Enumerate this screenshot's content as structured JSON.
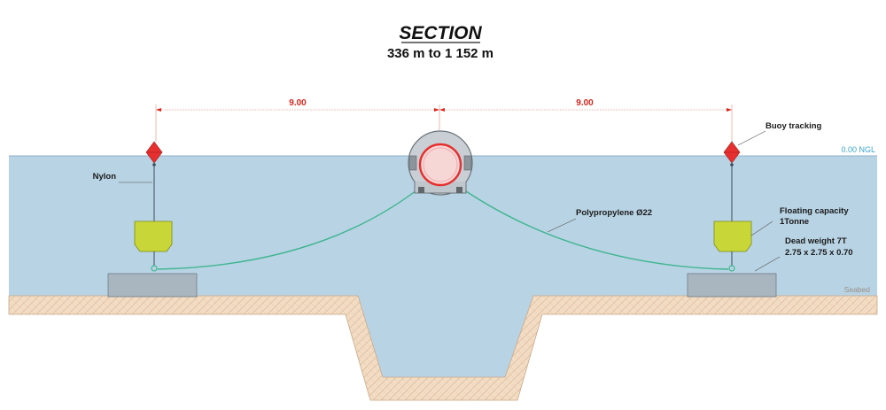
{
  "title": "SECTION",
  "subtitle": "336 m to 1 152 m",
  "dimensions": {
    "left": "9.00",
    "right": "9.00"
  },
  "levels": {
    "water": "0.00 NGL",
    "seabed": "Seabed"
  },
  "labels": {
    "nylon": "Nylon",
    "buoy_tracking": "Buoy tracking",
    "rope": "Polypropylene Ø22",
    "floating_line1": "Floating capacity",
    "floating_line2": "1Tonne",
    "dead_line1": "Dead weight 7T",
    "dead_line2": "2.75 x 2.75 x 0.70"
  },
  "colors": {
    "water": "#b8d3e3",
    "seabed": "#f3dcc4",
    "float": "#c8d637",
    "buoy": "#e63030",
    "dimension": "#e0241b",
    "rope": "#3fb590",
    "block": "#a9b5bf",
    "ngl": "#3aa6d6"
  }
}
